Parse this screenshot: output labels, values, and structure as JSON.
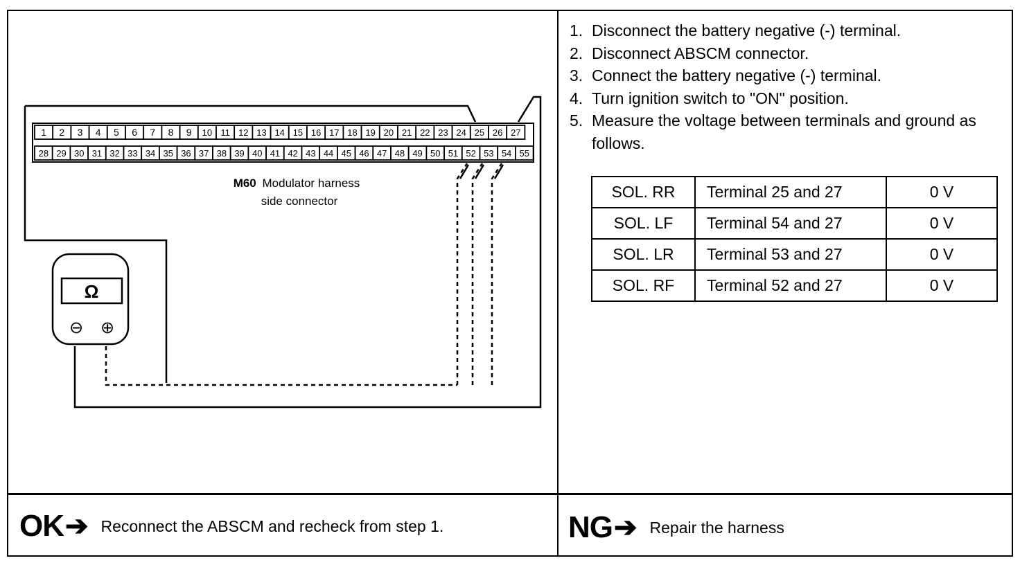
{
  "connector": {
    "top_terminals": [
      "1",
      "2",
      "3",
      "4",
      "5",
      "6",
      "7",
      "8",
      "9",
      "10",
      "11",
      "12",
      "13",
      "14",
      "15",
      "16",
      "17",
      "18",
      "19",
      "20",
      "21",
      "22",
      "23",
      "24",
      "25",
      "26",
      "27"
    ],
    "bottom_terminals": [
      "28",
      "29",
      "30",
      "31",
      "32",
      "33",
      "34",
      "35",
      "36",
      "37",
      "38",
      "39",
      "40",
      "41",
      "42",
      "43",
      "44",
      "45",
      "46",
      "47",
      "48",
      "49",
      "50",
      "51",
      "52",
      "53",
      "54",
      "55"
    ],
    "code": "M60",
    "label_line1": "Modulator harness",
    "label_line2": "side connector"
  },
  "meter": {
    "display_symbol": "Ω",
    "negative_symbol": "⊖",
    "positive_symbol": "⊕"
  },
  "steps": [
    {
      "num": "1.",
      "text": "Disconnect the battery negative (-) terminal."
    },
    {
      "num": "2.",
      "text": "Disconnect ABSCM connector."
    },
    {
      "num": "3.",
      "text": "Connect the battery negative (-) terminal."
    },
    {
      "num": "4.",
      "text": "Turn ignition switch to \"ON\" position."
    },
    {
      "num": "5.",
      "text": "Measure the voltage between terminals and ground as follows."
    }
  ],
  "voltage_table": [
    {
      "solenoid": "SOL. RR",
      "terminal": "Terminal 25 and 27",
      "value": "0 V"
    },
    {
      "solenoid": "SOL. LF",
      "terminal": "Terminal 54 and 27",
      "value": "0 V"
    },
    {
      "solenoid": "SOL. LR",
      "terminal": "Terminal 53 and 27",
      "value": "0 V"
    },
    {
      "solenoid": "SOL. RF",
      "terminal": "Terminal 52 and 27",
      "value": "0 V"
    }
  ],
  "ok": {
    "tag": "OK",
    "arrow": "➔",
    "text": "Reconnect the ABSCM and recheck from step 1."
  },
  "ng": {
    "tag": "NG",
    "arrow": "➔",
    "text": "Repair the harness"
  }
}
